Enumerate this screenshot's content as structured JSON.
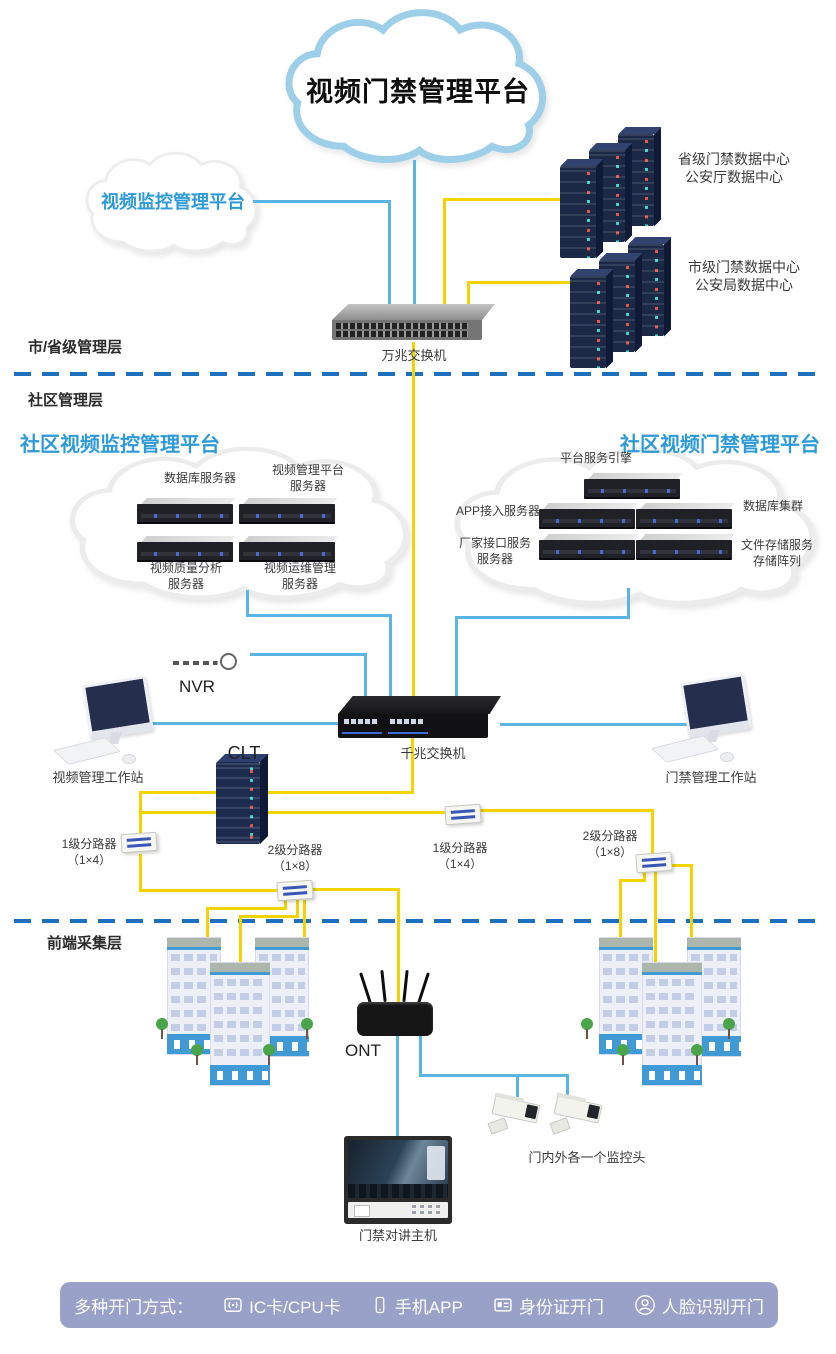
{
  "title_cloud": "视频门禁管理平台",
  "left_cloud": "视频监控管理平台",
  "layers": {
    "provincial": "市/省级管理层",
    "community": "社区管理层",
    "frontend": "前端采集层"
  },
  "data_centers": {
    "provincial": {
      "line1": "省级门禁数据中心",
      "line2": "公安厅数据中心"
    },
    "city": {
      "line1": "市级门禁数据中心",
      "line2": "公安局数据中心"
    }
  },
  "switches": {
    "core": "万兆交换机",
    "community": "千兆交换机"
  },
  "video_cloud": {
    "title": "社区视频监控管理平台",
    "servers": {
      "db": "数据库服务器",
      "vmp1": "视频管理平台",
      "vmp2": "服务器",
      "vqa1": "视频质量分析",
      "vqa2": "服务器",
      "vom1": "视频运维管理",
      "vom2": "服务器"
    }
  },
  "access_cloud": {
    "title": "社区视频门禁管理平台",
    "servers": {
      "engine": "平台服务引擎",
      "app": "APP接入服务器",
      "dbc": "数据库集群",
      "vendor1": "厂家接口服务",
      "vendor2": "服务器",
      "file1": "文件存储服务",
      "file2": "存储阵列"
    }
  },
  "devices": {
    "nvr": "NVR",
    "clt": "CLT",
    "ont": "ONT",
    "video_ws": "视频管理工作站",
    "access_ws": "门禁管理工作站",
    "intercom": "门禁对讲主机",
    "cameras": "门内外各一个监控头"
  },
  "splitters": {
    "left1": {
      "name": "1级分路器",
      "ratio": "（1×4）"
    },
    "left2": {
      "name": "2级分路器",
      "ratio": "（1×8）"
    },
    "right1": {
      "name": "1级分路器",
      "ratio": "（1×4）"
    },
    "right2": {
      "name": "2级分路器",
      "ratio": "（1×8）"
    }
  },
  "bottom_bar": {
    "prefix": "多种开门方式：",
    "items": [
      {
        "label": "IC卡/CPU卡",
        "icon": "contactless-card-icon"
      },
      {
        "label": "手机APP",
        "icon": "phone-icon"
      },
      {
        "label": "身份证开门",
        "icon": "id-card-icon"
      },
      {
        "label": "人脸识别开门",
        "icon": "face-recognition-icon"
      }
    ]
  },
  "colors": {
    "line_blue": "#5ab4e4",
    "line_yellow": "#f2d400",
    "divider_blue": "#1d70c0",
    "cloud_title_blue": "#2e9ad8",
    "bar_bg": "#9aa1c9"
  }
}
